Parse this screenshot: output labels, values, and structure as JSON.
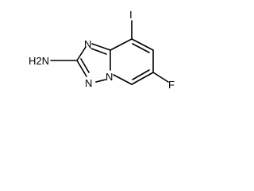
{
  "molecule": {
    "atoms": {
      "iodine": "I",
      "amino": "H2N",
      "ring_n_top": "N",
      "ring_n_bottom_left": "N",
      "ring_n_bridge": "N",
      "fluorine": "F"
    },
    "colors": {
      "bond": "#000000",
      "label": "#000000",
      "background": "#ffffff"
    }
  }
}
